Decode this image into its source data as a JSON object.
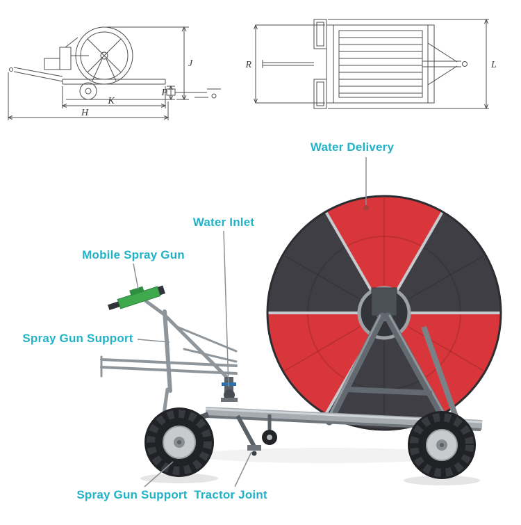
{
  "colors": {
    "callout_label": "#22b2c8",
    "reel_red": "#d8363a",
    "reel_dark": "#3e3e44",
    "frame_gray": "#626970",
    "chassis_silver": "#a6acb1",
    "drawing_line": "#4d4d4d",
    "leader_line": "#8a9196",
    "spray_gun_green": "#3fa94d"
  },
  "technical": {
    "side_view": {
      "labels": {
        "J": "J",
        "P": "P",
        "K": "K",
        "H": "H"
      }
    },
    "top_view": {
      "labels": {
        "R": "R",
        "L": "L"
      }
    }
  },
  "callouts": {
    "water_delivery": "Water Delivery",
    "water_inlet": "Water Inlet",
    "mobile_spray_gun": "Mobile Spray Gun",
    "spray_gun_support_left": "Spray Gun Support",
    "spray_gun_support_bottom": "Spray Gun Support",
    "tractor_joint": "Tractor Joint"
  }
}
